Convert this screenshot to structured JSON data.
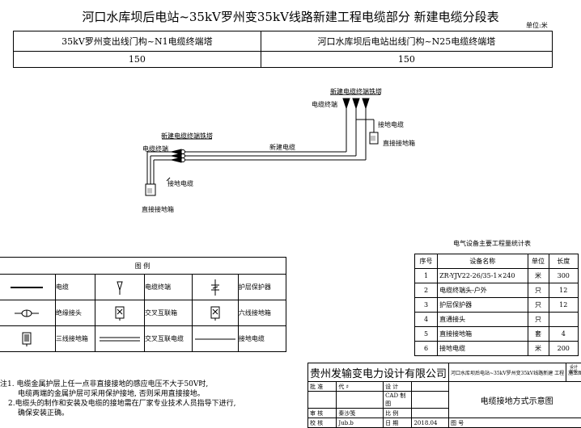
{
  "title": "河口水库坝后电站~35kV罗州变35kV线路新建工程电缆部分  新建电缆分段表",
  "unit": "单位:米",
  "segments": [
    {
      "name": "35kV罗州变出线门构~N1电缆终端塔",
      "length": "150"
    },
    {
      "name": "河口水库坝后电站出线门构~N25电缆终端塔",
      "length": "150"
    }
  ],
  "diagram": {
    "tower_right": "新建电缆终端铁塔",
    "tower_left": "新建电缆终端铁塔",
    "terminal_right": "电缆终端",
    "terminal_left": "电缆终端",
    "new_cable": "新建电缆",
    "ground_cable_right": "接地电缆",
    "ground_box_right": "直接接地箱",
    "ground_cable_left": "接地电缆",
    "ground_box_left": "直接接地箱"
  },
  "legend": {
    "title": "图    例",
    "items": [
      {
        "label": "电缆",
        "icon": "cable-line-icon"
      },
      {
        "label": "电缆终端",
        "icon": "cable-terminal-icon"
      },
      {
        "label": "护层保护器",
        "icon": "sheath-protector-icon"
      },
      {
        "label": "绝缘接头",
        "icon": "insulating-joint-icon"
      },
      {
        "label": "交叉互联箱",
        "icon": "cross-bonding-box-icon"
      },
      {
        "label": "六线接地箱",
        "icon": "six-wire-grounding-box-icon"
      },
      {
        "label": "三线接地箱",
        "icon": "three-wire-grounding-box-icon"
      },
      {
        "label": "交叉互联电缆",
        "icon": "cross-bonding-cable-icon"
      },
      {
        "label": "接地电缆",
        "icon": "grounding-cable-icon"
      }
    ]
  },
  "materials": {
    "title": "电气设备主要工程量统计表",
    "headers": [
      "序号",
      "设备名称",
      "单位",
      "长度"
    ],
    "rows": [
      [
        "1",
        "ZR-YJV22-26/35-1×240",
        "米",
        "300"
      ],
      [
        "2",
        "电缆终端头-户外",
        "只",
        "12"
      ],
      [
        "3",
        "护层保护器",
        "只",
        "12"
      ],
      [
        "4",
        "直通接头",
        "只",
        ""
      ],
      [
        "5",
        "直接接地箱",
        "套",
        "4"
      ],
      [
        "6",
        "接地电缆",
        "米",
        "200"
      ]
    ]
  },
  "notes": [
    "注1. 电缆金属护层上任一点非直接接地的感应电压不大于50V时,",
    "电缆两端的金属护层可采用保护接地, 否则采用直接接地。",
    "2.电缆头的制作和安装及电缆的接地需在厂家专业技术人员指导下进行,",
    "确保安装正确。"
  ],
  "titleblock": {
    "company": "贵州发输变电力设计有限公司",
    "project": "河口水库坝后电站~35kV罗州变35kV线路新建 工程",
    "stage": "施工图",
    "stage_side": "设计阶段",
    "drawing_title": "电缆接地方式示意图",
    "roles": [
      {
        "role": "批 准",
        "sign": "代 ♯",
        "role2": "设 计",
        "sign2": ""
      },
      {
        "role": "",
        "sign": "",
        "role2": "CAD 制图",
        "sign2": ""
      },
      {
        "role": "审 核",
        "sign": "秦沙笺",
        "role2": "比 例",
        "sign2": ""
      },
      {
        "role": "校 核",
        "sign": "Jub.b",
        "role2": "日 期",
        "sign2": "2018.04"
      }
    ],
    "drawing_no_label": "图 号"
  }
}
